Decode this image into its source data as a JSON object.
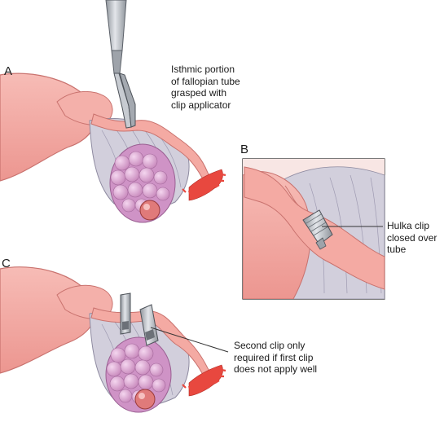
{
  "panels": {
    "a": {
      "label": "A"
    },
    "b": {
      "label": "B"
    },
    "c": {
      "label": "C"
    }
  },
  "callouts": {
    "clip_applicator": "Isthmic portion\nof fallopian tube\ngrasped with\nclip applicator",
    "hulka_clip": "Hulka clip\nclosed over\ntube",
    "second_clip": "Second clip only\nrequired if first clip\ndoes not apply well"
  },
  "colors": {
    "tissue": "#f2a9a4",
    "tissue_outline": "#c9726e",
    "fimbria": "#e8483f",
    "ovary": "#d8a0cf",
    "ligament": "#c9c6d3",
    "instrument": "#b9bdc4",
    "leader_line": "#333333"
  }
}
